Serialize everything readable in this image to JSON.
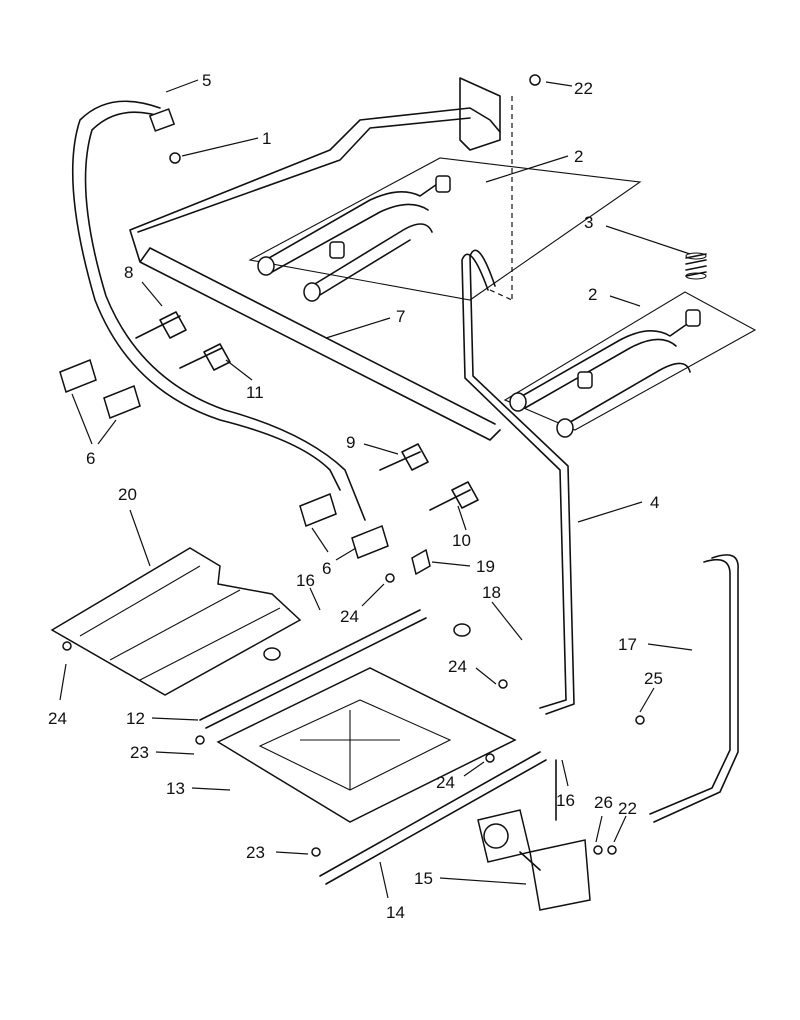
{
  "callouts": [
    {
      "id": "c5",
      "label": "5"
    },
    {
      "id": "c22a",
      "label": "22"
    },
    {
      "id": "c1",
      "label": "1"
    },
    {
      "id": "c2a",
      "label": "2"
    },
    {
      "id": "c3",
      "label": "3"
    },
    {
      "id": "c2b",
      "label": "2"
    },
    {
      "id": "c8",
      "label": "8"
    },
    {
      "id": "c7",
      "label": "7"
    },
    {
      "id": "c11",
      "label": "11"
    },
    {
      "id": "c6a",
      "label": "6"
    },
    {
      "id": "c9",
      "label": "9"
    },
    {
      "id": "c4",
      "label": "4"
    },
    {
      "id": "c10",
      "label": "10"
    },
    {
      "id": "c20",
      "label": "20"
    },
    {
      "id": "c6b",
      "label": "6"
    },
    {
      "id": "c19",
      "label": "19"
    },
    {
      "id": "c16a",
      "label": "16"
    },
    {
      "id": "c18",
      "label": "18"
    },
    {
      "id": "c24a",
      "label": "24"
    },
    {
      "id": "c17",
      "label": "17"
    },
    {
      "id": "c24b",
      "label": "24"
    },
    {
      "id": "c24c",
      "label": "24"
    },
    {
      "id": "c25",
      "label": "25"
    },
    {
      "id": "c12",
      "label": "12"
    },
    {
      "id": "c23a",
      "label": "23"
    },
    {
      "id": "c24d",
      "label": "24"
    },
    {
      "id": "c16b",
      "label": "16"
    },
    {
      "id": "c13",
      "label": "13"
    },
    {
      "id": "c26",
      "label": "26"
    },
    {
      "id": "c22b",
      "label": "22"
    },
    {
      "id": "c23b",
      "label": "23"
    },
    {
      "id": "c15",
      "label": "15"
    },
    {
      "id": "c14",
      "label": "14"
    }
  ]
}
